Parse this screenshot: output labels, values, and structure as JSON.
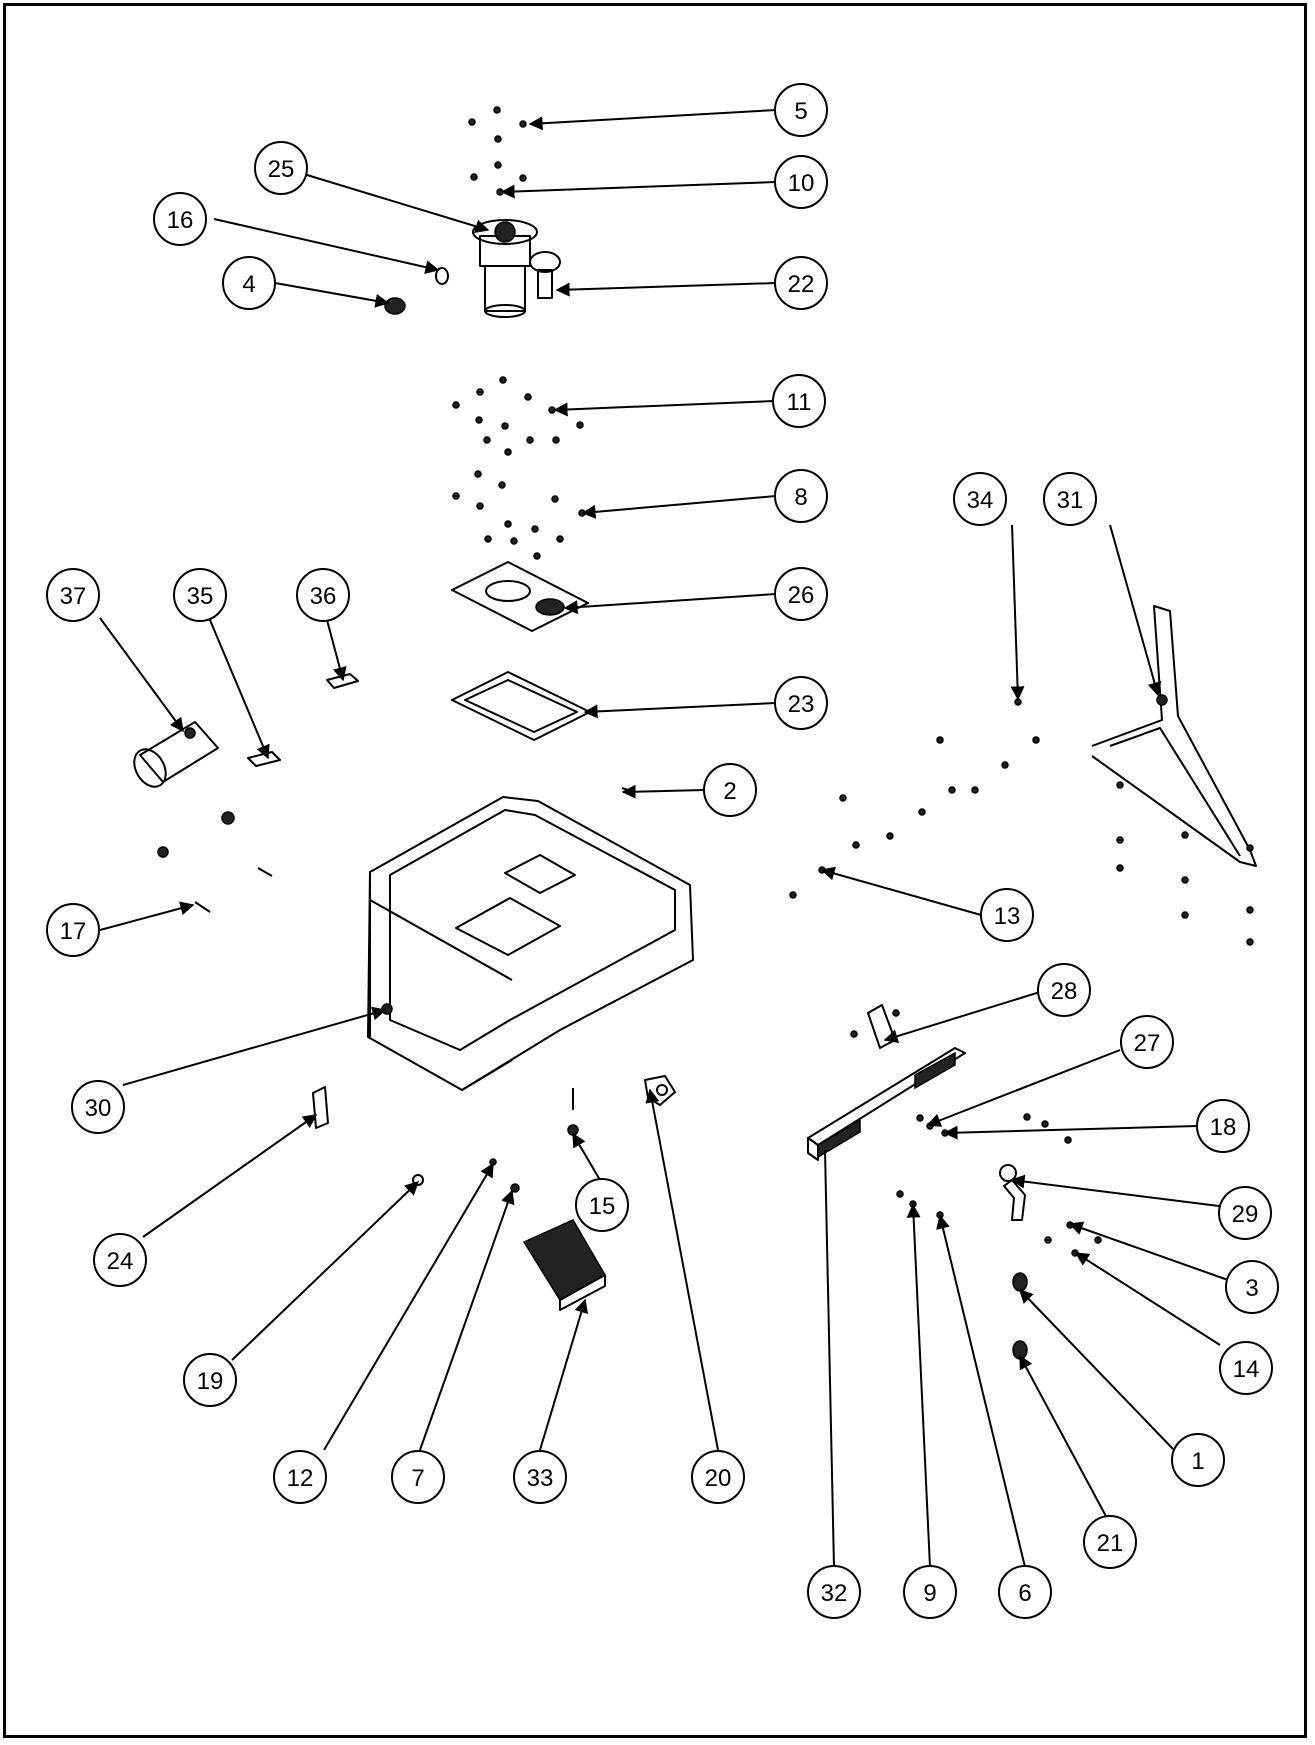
{
  "diagram": {
    "type": "exploded-parts-view",
    "callouts": [
      "5",
      "10",
      "25",
      "16",
      "22",
      "4",
      "11",
      "8",
      "26",
      "23",
      "37",
      "35",
      "36",
      "2",
      "34",
      "31",
      "13",
      "17",
      "30",
      "28",
      "27",
      "18",
      "24",
      "15",
      "20",
      "29",
      "3",
      "19",
      "12",
      "7",
      "33",
      "14",
      "1",
      "21",
      "32",
      "9",
      "6"
    ]
  }
}
